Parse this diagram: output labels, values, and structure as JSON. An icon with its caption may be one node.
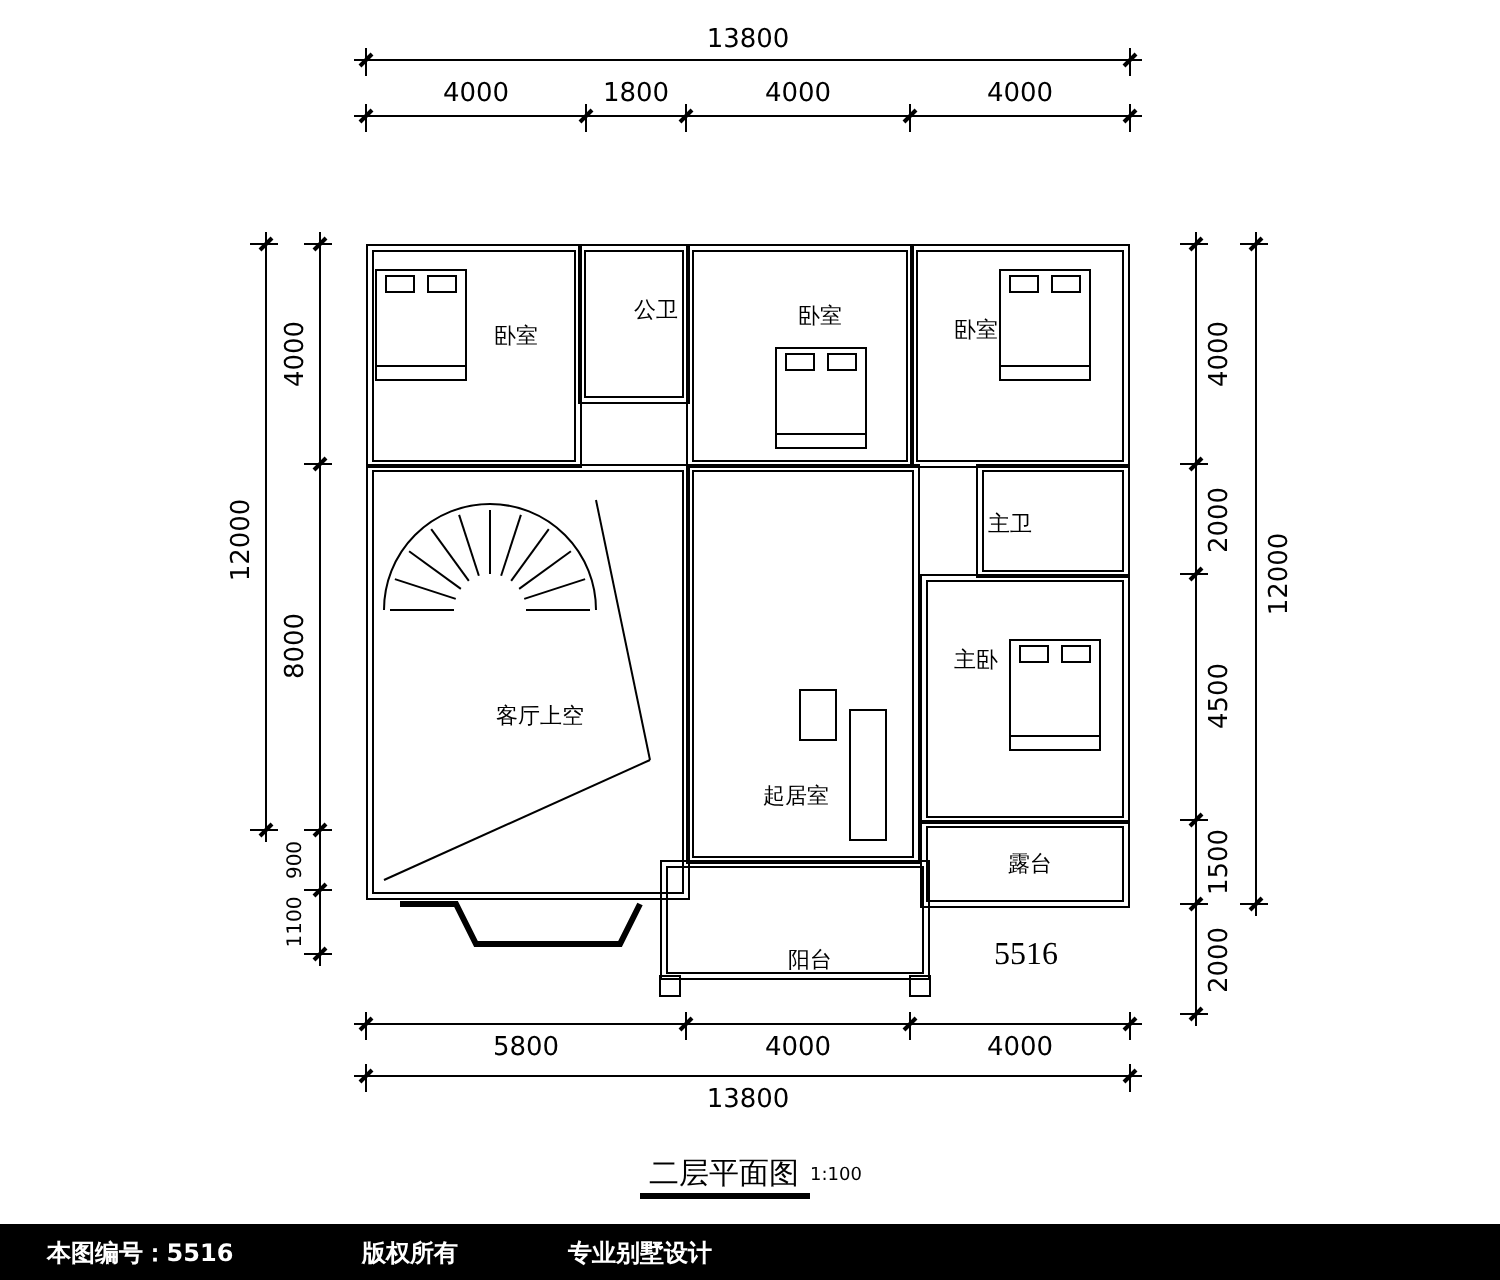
{
  "diagram": {
    "title": "二层平面图",
    "nodes": [
      {
        "text": [
          "卧室"
        ]
      },
      {
        "text": [
          "公卫"
        ]
      },
      {
        "text": [
          "卧室"
        ]
      },
      {
        "text": [
          "卧室"
        ]
      },
      {
        "text": [
          "客厅上空"
        ]
      },
      {
        "text": [
          "主卫"
        ]
      },
      {
        "text": [
          "起居室"
        ]
      },
      {
        "text": [
          "主卧"
        ]
      },
      {
        "text": [
          "露台"
        ]
      },
      {
        "text": [
          "阳台"
        ]
      }
    ],
    "labels": [
      "13800",
      "4000",
      "1800",
      "4000",
      "4000",
      "4000",
      "12000",
      "8000",
      "900",
      "1100",
      "4000",
      "2000",
      "12000",
      "4500",
      "1500",
      "2000",
      "5516",
      "5800",
      "4000",
      "4000",
      "13800",
      "1:100",
      "本图编号：5516",
      "版权所有",
      "专业别墅设计"
    ]
  }
}
